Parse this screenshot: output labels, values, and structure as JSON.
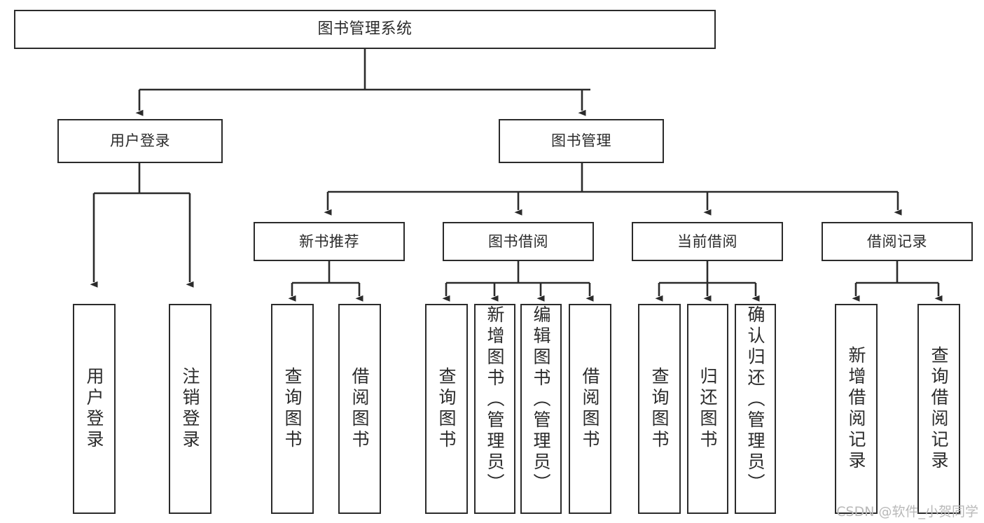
{
  "diagram": {
    "type": "tree-hierarchy-chart",
    "title": "图书管理系统",
    "orientation": "top-down",
    "stroke_color": "#2b2b2b",
    "fill_color": "#ffffff",
    "root": {
      "label": "图书管理系统"
    },
    "level2": [
      {
        "label": "用户登录"
      },
      {
        "label": "图书管理"
      }
    ],
    "level3": [
      {
        "label": "新书推荐"
      },
      {
        "label": "图书借阅"
      },
      {
        "label": "当前借阅"
      },
      {
        "label": "借阅记录"
      }
    ],
    "leaves": {
      "user_login": [
        {
          "label": "用户登录"
        },
        {
          "label": "注销登录"
        }
      ],
      "new_book_recommend": [
        {
          "label": "查询图书"
        },
        {
          "label": "借阅图书"
        }
      ],
      "book_borrow": [
        {
          "label": "查询图书"
        },
        {
          "label": "新增图书（管理员）"
        },
        {
          "label": "编辑图书（管理员）"
        },
        {
          "label": "借阅图书"
        }
      ],
      "current_borrow": [
        {
          "label": "查询图书"
        },
        {
          "label": "归还图书"
        },
        {
          "label": "确认归还（管理员）"
        }
      ],
      "borrow_record": [
        {
          "label": "新增借阅记录"
        },
        {
          "label": "查询借阅记录"
        }
      ]
    }
  },
  "watermark": {
    "text": "CSDN @软件_小贺同学"
  }
}
